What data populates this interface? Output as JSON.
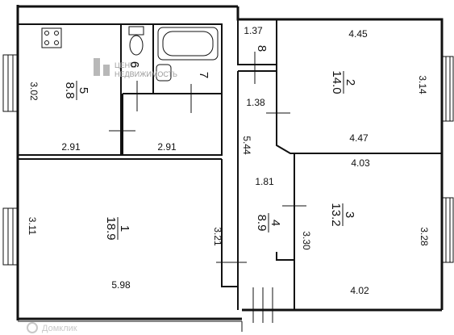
{
  "rooms": [
    {
      "id": "room-1",
      "number": "1",
      "area": "18.9",
      "dim_left": "3.11",
      "dim_right": "3.21",
      "dim_bottom": "5.98"
    },
    {
      "id": "room-2",
      "number": "2",
      "area": "14.0",
      "dim_top": "4.45",
      "dim_right": "3.14",
      "dim_bottom": "4.47"
    },
    {
      "id": "room-3",
      "number": "3",
      "area": "13.2",
      "dim_top": "4.03",
      "dim_left": "3.30",
      "dim_right": "3.28",
      "dim_bottom": "4.02"
    },
    {
      "id": "room-4",
      "number": "4",
      "area": "8.9",
      "dim_width": "1.81",
      "dim_height": "5.44"
    },
    {
      "id": "room-5",
      "number": "5",
      "area": "8.8",
      "dim_left": "3.02",
      "dim_bottom": "2.91"
    },
    {
      "id": "room-6",
      "number": "6"
    },
    {
      "id": "room-7",
      "number": "7",
      "dim_bottom": "2.91"
    },
    {
      "id": "room-8",
      "number": "8",
      "dim_top": "1.37",
      "dim_bottom": "1.38"
    }
  ],
  "watermark": {
    "line1": "ЦЕНТР",
    "line2": "НЕДВИЖИМОСТЬ"
  },
  "bottom_watermark": "Домклик"
}
